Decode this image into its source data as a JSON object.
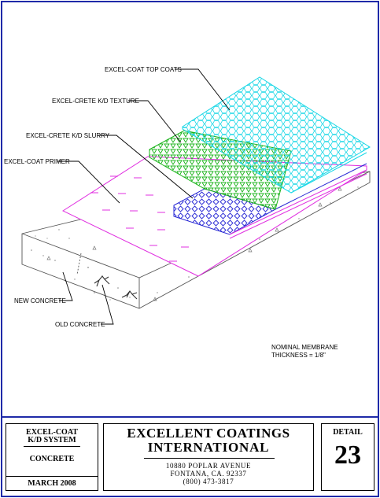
{
  "labels": {
    "top_coats": "EXCEL-COAT TOP COATS",
    "texture": "EXCEL-CRETE K/D TEXTURE",
    "slurry": "EXCEL-CRETE K/D SLURRY",
    "primer": "EXCEL-COAT PRIMER",
    "new_concrete": "NEW CONCRETE",
    "old_concrete": "OLD CONCRETE",
    "note_line1": "NOMINAL MEMBRANE",
    "note_line2": "THICKNESS = 1/8\""
  },
  "title_block": {
    "system_line1": "EXCEL-COAT",
    "system_line2": "K/D SYSTEM",
    "substrate": "CONCRETE",
    "date": "MARCH  2008",
    "company_line1": "EXCELLENT COATINGS",
    "company_line2": "INTERNATIONAL",
    "address": "10880 POPLAR AVENUE",
    "city": "FONTANA, CA. 92337",
    "phone": "(800) 473-3817",
    "detail_label": "DETAIL",
    "detail_number": "23"
  },
  "colors": {
    "frame": "#1f2aa8",
    "top_coats": "#19d7e6",
    "texture": "#19b319",
    "slurry": "#2727d4",
    "primer": "#e02fe0",
    "concrete": "#666666"
  }
}
